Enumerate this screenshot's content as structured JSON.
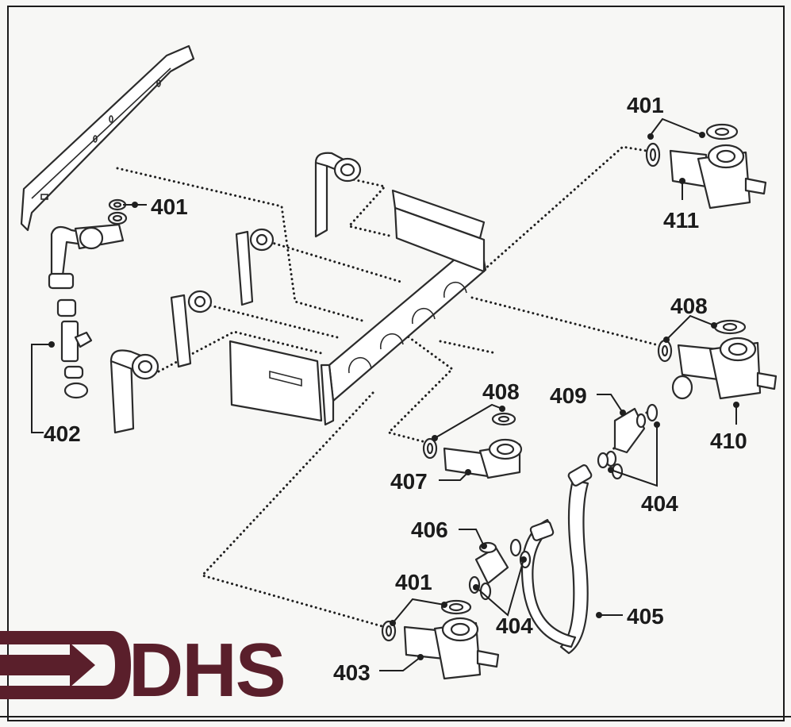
{
  "labels": {
    "p401_a": "401",
    "p401_b": "401",
    "p401_c": "401",
    "p402": "402",
    "p403": "403",
    "p404_a": "404",
    "p404_b": "404",
    "p405": "405",
    "p406": "406",
    "p407": "407",
    "p408_a": "408",
    "p408_b": "408",
    "p409": "409",
    "p410": "410",
    "p411": "411"
  },
  "logo": {
    "text": "DHS",
    "color": "#5a1f2b"
  }
}
